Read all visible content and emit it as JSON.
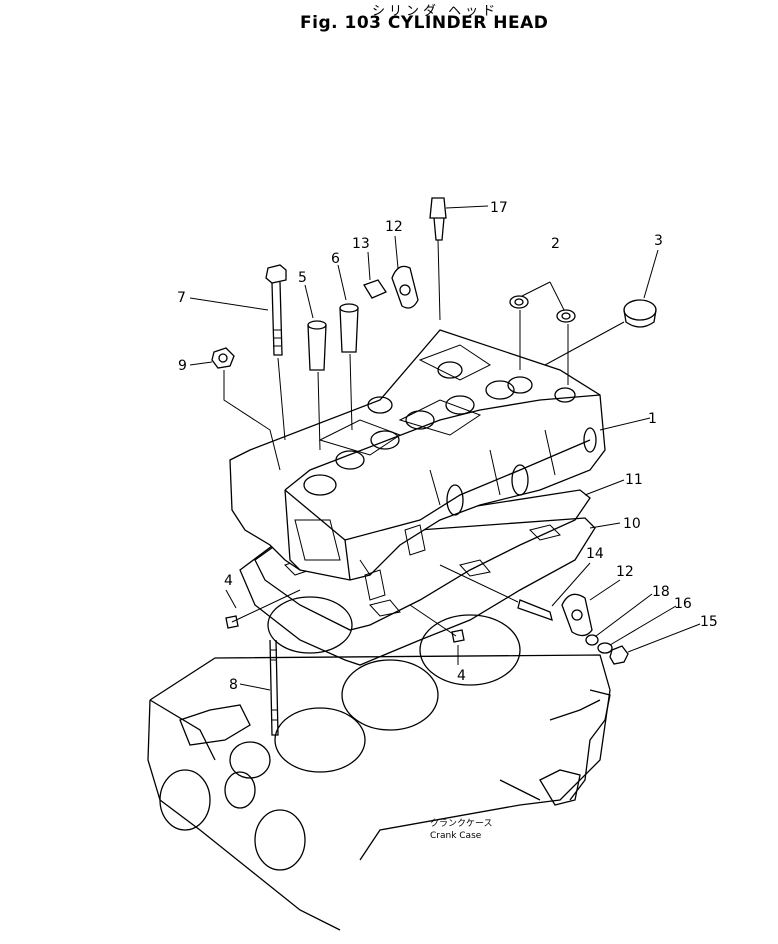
{
  "figure": {
    "title_japanese": "シリンダ ヘッド",
    "title": "Fig. 103 CYLINDER HEAD"
  },
  "callouts": [
    "1",
    "2",
    "3",
    "4",
    "4",
    "5",
    "6",
    "7",
    "8",
    "9",
    "10",
    "11",
    "12",
    "12",
    "13",
    "14",
    "15",
    "16",
    "17",
    "18"
  ],
  "crank_case": {
    "label_japanese": "クランクケース",
    "label": "Crank Case"
  }
}
